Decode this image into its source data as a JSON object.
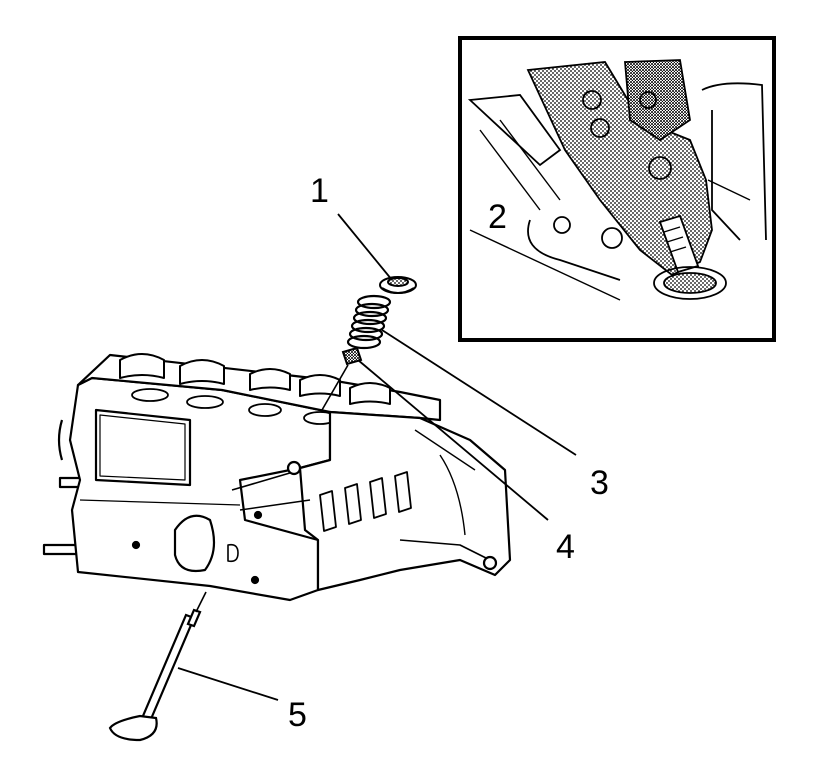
{
  "callouts": {
    "c1": "1",
    "c2": "2",
    "c3": "3",
    "c4": "4",
    "c5": "5"
  },
  "colors": {
    "line": "#000000",
    "background": "#ffffff",
    "shade": "#6b6b6b"
  }
}
